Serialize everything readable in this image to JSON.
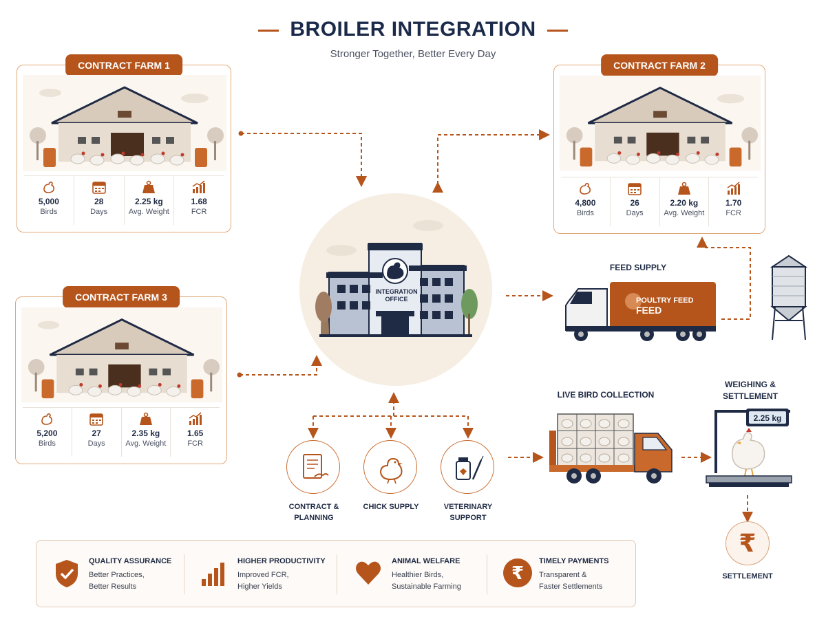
{
  "header": {
    "title": "BROILER INTEGRATION",
    "subtitle": "Stronger Together, Better Every Day"
  },
  "colors": {
    "accent": "#b5541b",
    "navy": "#1b2a4a",
    "border": "#e0a878"
  },
  "farms": [
    {
      "title": "CONTRACT FARM 1",
      "stats": [
        {
          "value": "5,000",
          "label": "Birds",
          "icon": "chicken-icon"
        },
        {
          "value": "28",
          "label": "Days",
          "icon": "calendar-icon"
        },
        {
          "value": "2.25 kg",
          "label": "Avg. Weight",
          "icon": "weight-icon"
        },
        {
          "value": "1.68",
          "label": "FCR",
          "icon": "chart-icon"
        }
      ]
    },
    {
      "title": "CONTRACT FARM 2",
      "stats": [
        {
          "value": "4,800",
          "label": "Birds",
          "icon": "chicken-icon"
        },
        {
          "value": "26",
          "label": "Days",
          "icon": "calendar-icon"
        },
        {
          "value": "2.20 kg",
          "label": "Avg. Weight",
          "icon": "weight-icon"
        },
        {
          "value": "1.70",
          "label": "FCR",
          "icon": "chart-icon"
        }
      ]
    },
    {
      "title": "CONTRACT FARM 3",
      "stats": [
        {
          "value": "5,200",
          "label": "Birds",
          "icon": "chicken-icon"
        },
        {
          "value": "27",
          "label": "Days",
          "icon": "calendar-icon"
        },
        {
          "value": "2.35 kg",
          "label": "Avg. Weight",
          "icon": "weight-icon"
        },
        {
          "value": "1.65",
          "label": "FCR",
          "icon": "chart-icon"
        }
      ]
    }
  ],
  "office": {
    "label_line1": "INTEGRATION",
    "label_line2": "OFFICE"
  },
  "feed": {
    "title": "FEED SUPPLY",
    "truck_line1": "POULTRY FEED",
    "truck_line2": "FEED"
  },
  "collection": {
    "title": "LIVE BIRD COLLECTION"
  },
  "weighing": {
    "title_line1": "WEIGHING &",
    "title_line2": "SETTLEMENT",
    "display": "2.25 kg"
  },
  "settlement": {
    "label": "SETTLEMENT",
    "symbol": "₹"
  },
  "services": [
    {
      "line1": "CONTRACT &",
      "line2": "PLANNING",
      "icon": "contract-icon"
    },
    {
      "line1": "CHICK SUPPLY",
      "line2": "",
      "icon": "chick-icon"
    },
    {
      "line1": "VETERINARY",
      "line2": "SUPPORT",
      "icon": "vaccine-icon"
    }
  ],
  "benefits": [
    {
      "title": "QUALITY ASSURANCE",
      "line1": "Better Practices,",
      "line2": "Better Results",
      "icon": "shield-check-icon"
    },
    {
      "title": "HIGHER PRODUCTIVITY",
      "line1": "Improved FCR,",
      "line2": "Higher Yields",
      "icon": "bar-growth-icon"
    },
    {
      "title": "ANIMAL WELFARE",
      "line1": "Healthier Birds,",
      "line2": "Sustainable Farming",
      "icon": "heart-icon"
    },
    {
      "title": "TIMELY PAYMENTS",
      "line1": "Transparent &",
      "line2": "Faster Settlements",
      "icon": "rupee-icon"
    }
  ]
}
